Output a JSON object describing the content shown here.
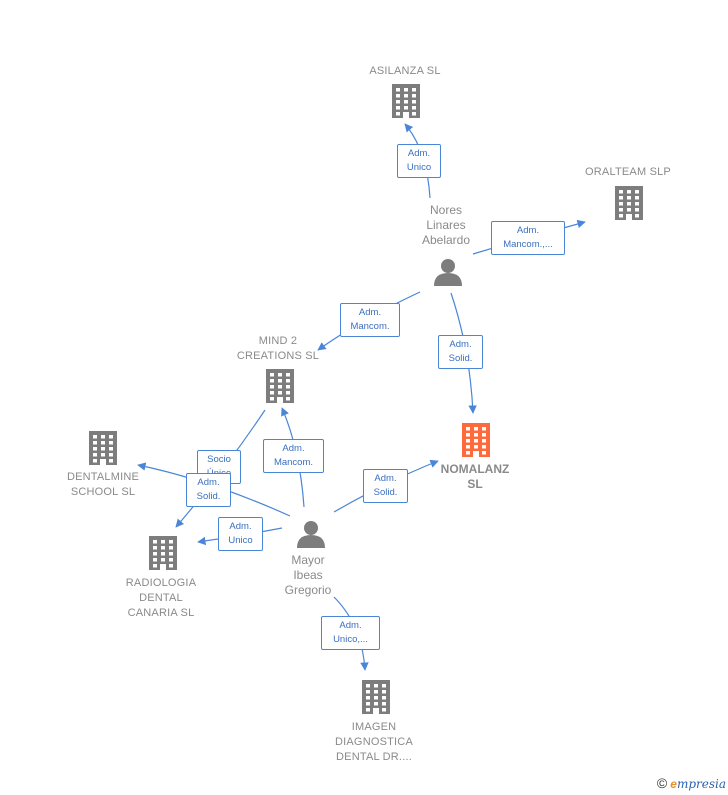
{
  "colors": {
    "edge": "#4a86d8",
    "icon": "#7d7d7d",
    "highlight": "#ff6a3d",
    "label": "#8a8a8a"
  },
  "nodes": {
    "asilanza": {
      "label": "ASILANZA  SL",
      "icon": "building-icon"
    },
    "oralteam": {
      "label": "ORALTEAM SLP",
      "icon": "building-icon"
    },
    "nores": {
      "label": "Nores\nLinares\nAbelardo",
      "icon": "person-icon"
    },
    "mind2": {
      "label": "MIND 2\nCREATIONS SL",
      "icon": "building-icon"
    },
    "nomalanz": {
      "label": "NOMALANZ\nSL",
      "icon": "building-icon"
    },
    "dentalmine": {
      "label": "DENTALMINE\nSCHOOL SL",
      "icon": "building-icon"
    },
    "radiologia": {
      "label": "RADIOLOGIA\nDENTAL\nCANARIA SL",
      "icon": "building-icon"
    },
    "mayor": {
      "label": "Mayor\nIbeas\nGregorio",
      "icon": "person-icon"
    },
    "imagen": {
      "label": "IMAGEN\nDIAGNOSTICA\nDENTAL DR....",
      "icon": "building-icon"
    }
  },
  "edges": {
    "nores_asilanza": "Adm.\nUnico",
    "nores_oralteam": "Adm.\nMancom.,...",
    "nores_mind2": "Adm.\nMancom.",
    "nores_nomalanz": "Adm.\nSolid.",
    "mayor_mind2": "Adm.\nMancom.",
    "mayor_nomalanz": "Adm.\nSolid.",
    "mind2_dentalmine": "Socio\nÚnico",
    "mayor_dentalmine": "Adm.\nSolid.",
    "mayor_radiologia": "Adm.\nUnico",
    "mayor_imagen": "Adm.\nUnico,..."
  },
  "footer": {
    "copyright": "©",
    "brand_e": "e",
    "brand_rest": "mpresia"
  }
}
